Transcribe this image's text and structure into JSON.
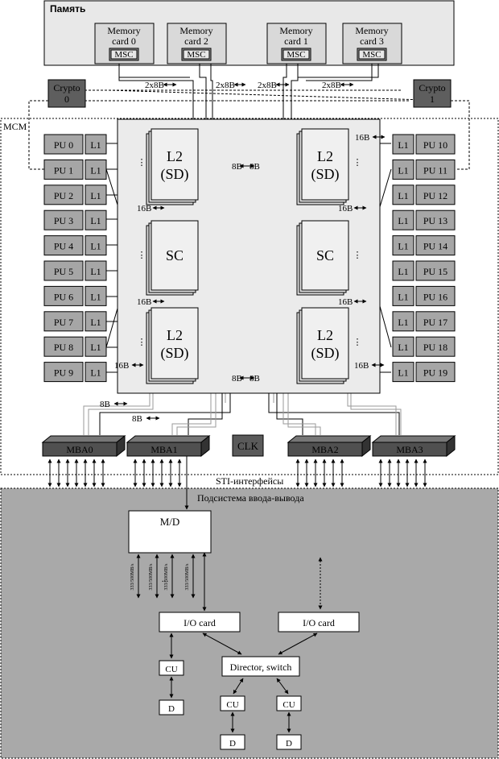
{
  "memory": {
    "title": "Память",
    "cards": [
      {
        "name": "Memory card 0",
        "ctrl": "MSC"
      },
      {
        "name": "Memory card 2",
        "ctrl": "MSC"
      },
      {
        "name": "Memory card 1",
        "ctrl": "MSC"
      },
      {
        "name": "Memory card 3",
        "ctrl": "MSC"
      }
    ],
    "bus_labels": [
      "2x8B",
      "2x8B",
      "2x8B",
      "2x8B"
    ]
  },
  "crypto": [
    {
      "name": "Crypto",
      "index": "0"
    },
    {
      "name": "Crypto",
      "index": "1"
    }
  ],
  "mcm": {
    "label": "MCM",
    "l1": "L1",
    "pus_left": [
      "PU 0",
      "PU 1",
      "PU 2",
      "PU 3",
      "PU 4",
      "PU 5",
      "PU 6",
      "PU 7",
      "PU 8",
      "PU 9"
    ],
    "pus_right": [
      "PU 10",
      "PU 11",
      "PU 12",
      "PU 13",
      "PU 14",
      "PU 15",
      "PU 16",
      "PU 17",
      "PU 18",
      "PU 19"
    ],
    "l2": {
      "name": "L2",
      "sub": "(SD)"
    },
    "sc": "SC",
    "clk": "CLK",
    "width_16b": "16B",
    "width_8b": "8B",
    "mbas": [
      "MBA0",
      "MBA1",
      "MBA2",
      "MBA3"
    ]
  },
  "sti_label": "STI-интерфейсы",
  "io": {
    "title": "Подсистема ввода-вывода",
    "md": "M/D",
    "rate": "333/500MB/s",
    "ellipsis": "...",
    "io_card": "I/O card",
    "director": "Director, switch",
    "cu": "CU",
    "d": "D"
  },
  "colors": {
    "panel": "#e8e8e8",
    "pu": "#a6a6a6",
    "crypto": "#5e5e5e",
    "mba": "#505050",
    "io_bg": "#a9a9a9",
    "gray_bus": "#9a9a9a"
  }
}
